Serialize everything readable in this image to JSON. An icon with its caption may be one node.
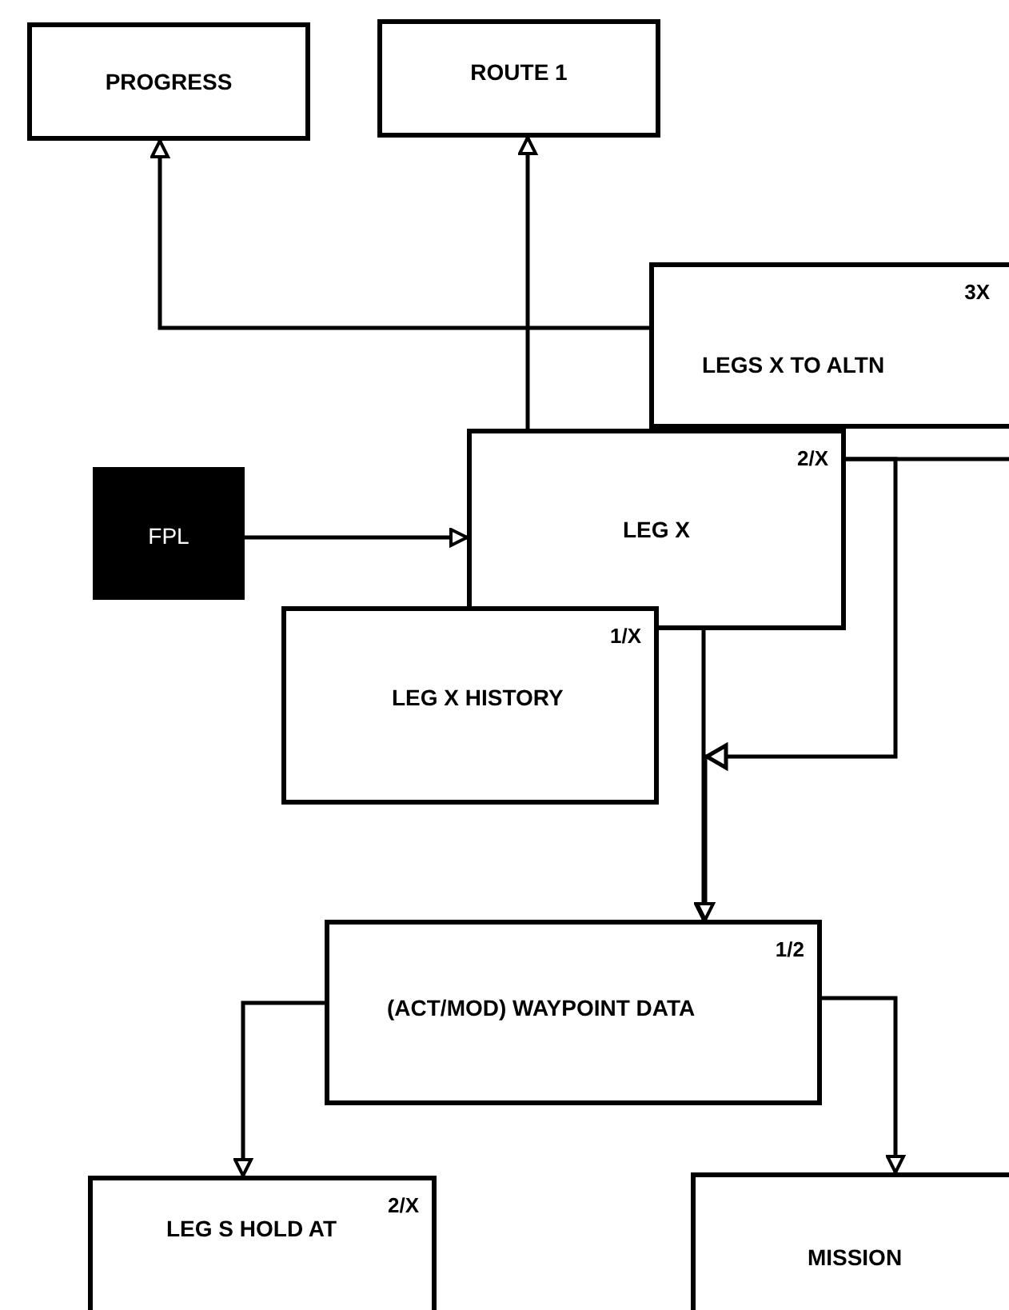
{
  "diagram": {
    "nodes": [
      {
        "text": [
          "PROGRESS"
        ]
      },
      {
        "text": [
          "ROUTE 1"
        ]
      },
      {
        "text": [
          "LEGS X TO ALTN",
          "3X"
        ]
      },
      {
        "text": [
          "FPL"
        ]
      },
      {
        "text": [
          "LEG X",
          "2/X"
        ]
      },
      {
        "text": [
          "LEG X HISTORY",
          "1/X"
        ]
      },
      {
        "text": [
          "(ACT/MOD) WAYPOINT DATA",
          "1/2"
        ]
      },
      {
        "text": [
          "LEG S HOLD AT",
          "2/X"
        ]
      },
      {
        "text": [
          "MISSION"
        ]
      }
    ],
    "edges": [
      {
        "from": 2,
        "to": 0,
        "arrow": "to"
      },
      {
        "from": 4,
        "to": 1,
        "arrow": "to"
      },
      {
        "from": 3,
        "to": 4,
        "arrow": "to"
      },
      {
        "from": 4,
        "to": 6,
        "arrow": "to"
      },
      {
        "from": 4,
        "to": 6,
        "arrow": "to"
      },
      {
        "from": 4,
        "to": null,
        "arrow": "none"
      },
      {
        "from": 6,
        "to": 7,
        "arrow": "to"
      },
      {
        "from": 6,
        "to": 8,
        "arrow": "to"
      }
    ]
  }
}
